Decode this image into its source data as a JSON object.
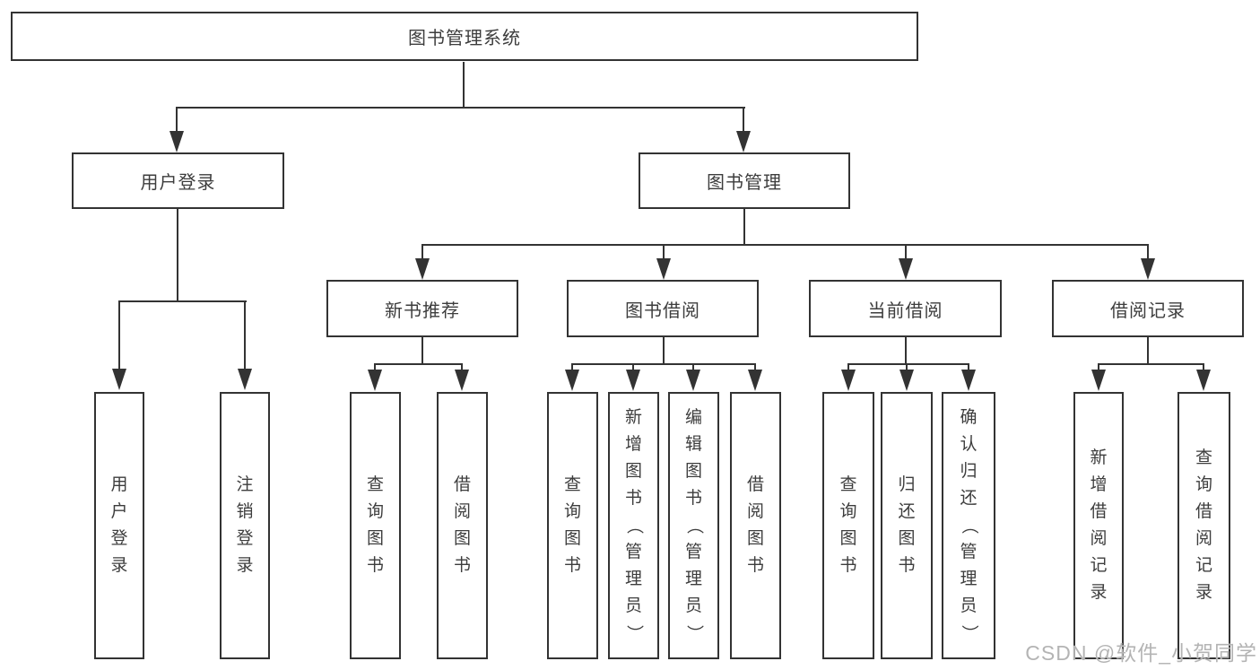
{
  "diagram": {
    "root": "图书管理系统",
    "level2": {
      "user_login": "用户登录",
      "book_management": "图书管理"
    },
    "level3": {
      "new_book": "新书推荐",
      "book_borrow": "图书借阅",
      "current_borrow": "当前借阅",
      "borrow_records": "借阅记录"
    },
    "leaves": {
      "user_login": [
        "用户登录",
        "注销登录"
      ],
      "new_book": [
        "查询图书",
        "借阅图书"
      ],
      "book_borrow": [
        "查询图书",
        "新增图书（管理员）",
        "编辑图书（管理员）",
        "借阅图书"
      ],
      "current_borrow": [
        "查询图书",
        "归还图书",
        "确认归还（管理员）"
      ],
      "borrow_records": [
        "新增借阅记录",
        "查询借阅记录"
      ]
    }
  },
  "watermark": {
    "text": "CSDN @软件_小贺同学"
  },
  "colors": {
    "line": "#333333",
    "text": "#3d3d3d",
    "watermark": "#b4b4b4",
    "background": "#ffffff"
  }
}
